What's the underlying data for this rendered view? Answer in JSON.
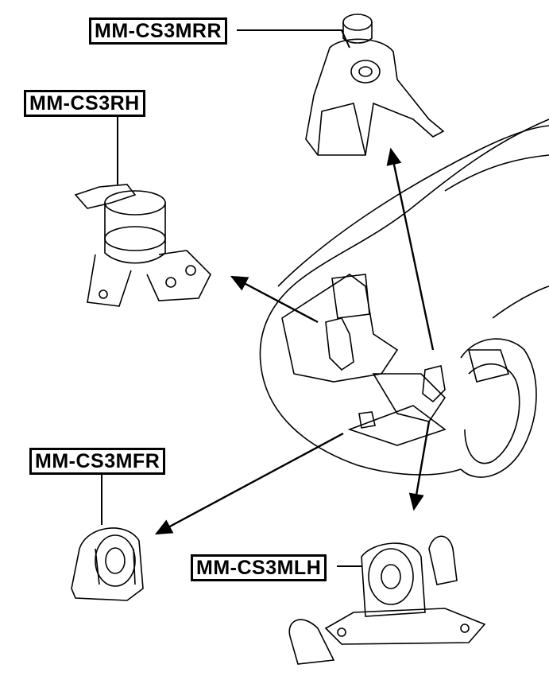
{
  "diagram": {
    "parts": [
      {
        "id": "rear",
        "label": "MM-CS3MRR"
      },
      {
        "id": "right",
        "label": "MM-CS3RH"
      },
      {
        "id": "front",
        "label": "MM-CS3MFR"
      },
      {
        "id": "left",
        "label": "MM-CS3MLH"
      }
    ],
    "colors": {
      "line": "#000000",
      "background": "#ffffff"
    }
  }
}
